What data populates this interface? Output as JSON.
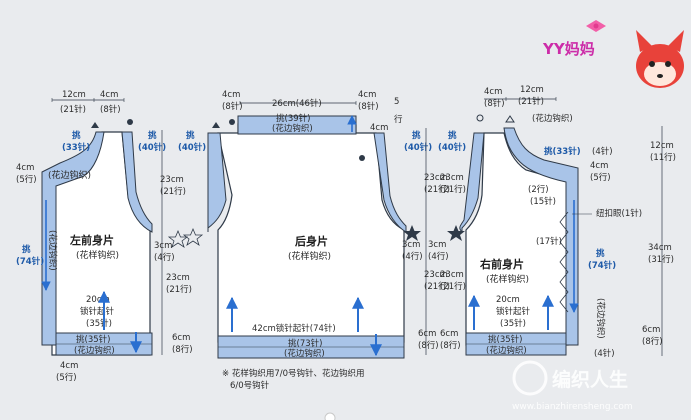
{
  "logo_text": "YY妈妈",
  "watermark": {
    "text": "编织人生",
    "url": "www.bianzhirensheng.com"
  },
  "footnote": {
    "line1": "※ 花样钩织用7/0号钩针、花边钩织用",
    "line2": "6/0号钩针"
  },
  "left_front": {
    "title": "左前身片",
    "subtitle": "(花样钩织)",
    "top_w1": "12cm",
    "top_w1_rows": "(21针)",
    "top_w2": "4cm",
    "top_w2_rows": "(8针)",
    "pick1": "挑",
    "pick1_st": "(33针)",
    "pick2": "挑",
    "pick2_st": "(40针)",
    "side_h": "4cm",
    "side_h_rows": "(5行)",
    "edge_border": "(花边钩织)",
    "pick3": "挑",
    "pick3_st": "(74针)",
    "edge_side": "(花边钩织)",
    "h1": "23cm",
    "h1_rows": "(21行)",
    "h2": "3cm",
    "h2_rows": "(4行)",
    "h3": "23cm",
    "h3_rows": "(21行)",
    "h4": "6cm",
    "h4_rows": "(8行)",
    "bottom_w": "20cm",
    "bottom_label": "锁针起针",
    "bottom_st": "(35针)",
    "band_pick": "挑(35针)",
    "band_label": "(花边钩织)",
    "corner_h": "4cm",
    "corner_rows": "(5行)"
  },
  "back": {
    "title": "后身片",
    "subtitle": "(花样钩织)",
    "top_w": "26cm(46针)",
    "top_pick": "挑(39针)",
    "top_label": "(花边钩织)",
    "l_w": "4cm",
    "l_w_st": "(8针)",
    "r_w": "4cm",
    "r_w_st": "(8针)",
    "neck_rows": "5",
    "neck_unit": "行",
    "neck_h": "4cm",
    "pick_l": "挑",
    "pick_l_st": "(40针)",
    "pick_r": "挑",
    "pick_r_st": "(40针)",
    "h1": "23cm",
    "h1_rows": "(21行)",
    "h2": "3cm",
    "h2_rows": "(4行)",
    "h3": "23cm",
    "h3_rows": "(21行)",
    "h4": "6cm",
    "h4_rows": "(8行)",
    "bottom": "42cm锁针起针(74针)",
    "band_pick": "挑(73针)",
    "band_label": "(花边钩织)"
  },
  "right_front": {
    "title": "右前身片",
    "subtitle": "(花样钩织)",
    "top_w1": "4cm",
    "top_w1_st": "(8针)",
    "top_w2": "12cm",
    "top_w2_st": "(21针)",
    "border_top": "(花边钩织)",
    "pick1": "挑",
    "pick1_st": "(40针)",
    "pick2": "挑(33针)",
    "st4": "(4针)",
    "h_side": "4cm",
    "h_side_rows": "(5行)",
    "rows2": "(2行)",
    "st15": "(15针)",
    "buttonhole": "纽扣眼(1针)",
    "st17": "(17针)",
    "pick3": "挑",
    "pick3_st": "(74针)",
    "edge_side": "(花边钩织)",
    "h_total": "12cm",
    "h_total_rows": "(11行)",
    "h_big": "34cm",
    "h_big_rows": "(31行)",
    "h2": "3cm",
    "h2_rows": "(4行)",
    "h3": "23cm",
    "h3_rows": "(21行)",
    "h4": "6cm",
    "h4_rows": "(8行)",
    "h5": "6cm",
    "h5_rows": "(8行)",
    "h1": "23cm",
    "h1_rows": "(21行)",
    "bottom_w": "20cm",
    "bottom_label": "锁针起针",
    "bottom_st": "(35针)",
    "band_pick": "挑(35针)",
    "band_label": "(花边钩织)",
    "st4b": "(4针)"
  },
  "colors": {
    "band": "#a9c4e8",
    "line": "#2f3a48",
    "arrow": "#2a6fd0",
    "bg": "#e9ebee"
  }
}
